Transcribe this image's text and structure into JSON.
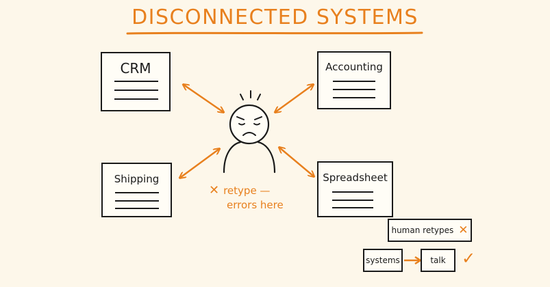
{
  "title": "DISCONNECTED SYSTEMS",
  "systems": {
    "crm": "CRM",
    "accounting": "Accounting",
    "shipping": "Shipping",
    "spreadsheet": "Spreadsheet"
  },
  "note": {
    "mark": "✕",
    "line1": "retype —",
    "line2": "errors here"
  },
  "legend": {
    "human_label": "human retypes",
    "human_mark": "✕",
    "systems_label": "systems",
    "talk_label": "talk",
    "talk_mark": "✓"
  },
  "colors": {
    "accent": "#e8801e",
    "ink": "#1a1a1a",
    "paper": "#fdf7ea"
  },
  "icons": {
    "person": "worried-person-icon",
    "arrow": "double-arrow-icon"
  }
}
